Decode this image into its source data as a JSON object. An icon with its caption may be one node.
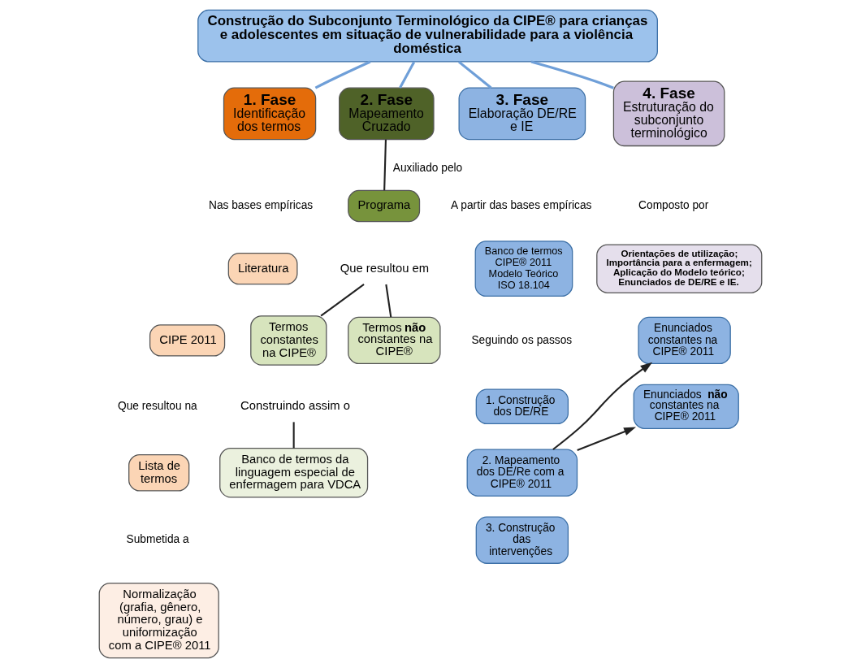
{
  "diagram": {
    "nodes": [
      {
        "text": [
          "Construção do Subconjunto Terminológico da CIPE® para crianças e adolescentes em situação de vulnerabilidade para a violência doméstica"
        ]
      },
      {
        "text": [
          "1. Fase",
          "Identificação dos termos"
        ]
      },
      {
        "text": [
          "2. Fase",
          "Mapeamento Cruzado"
        ]
      },
      {
        "text": [
          "3. Fase",
          "Elaboração DE/RE e IE"
        ]
      },
      {
        "text": [
          "4. Fase",
          "Estruturação do subconjunto terminológico"
        ]
      },
      {
        "text": [
          "Literatura"
        ]
      },
      {
        "text": [
          "CIPE 2011"
        ]
      },
      {
        "text": [
          "Lista de termos"
        ]
      },
      {
        "text": [
          "Normalização (grafia, gênero, número, grau) e uniformização com a CIPE® 2011"
        ]
      },
      {
        "text": [
          "Programa"
        ]
      },
      {
        "text": [
          "Que resultou em"
        ]
      },
      {
        "text": [
          "Termos constantes na CIPE®"
        ]
      },
      {
        "text": [
          "Termos **não** constantes na CIPE®"
        ]
      },
      {
        "text": [
          "Construindo assim o"
        ]
      },
      {
        "text": [
          "Banco de termos da linguagem especial de enfermagem para VDCA"
        ]
      },
      {
        "text": [
          "Banco de termos CIPE® 2011 Modelo Teórico ISO 18.104"
        ]
      },
      {
        "text": [
          "1. Construção dos DE/RE"
        ]
      },
      {
        "text": [
          "2. Mapeamento dos DE/Re com a CIPE® 2011"
        ]
      },
      {
        "text": [
          "Enunciados constantes na CIPE® 2011"
        ]
      },
      {
        "text": [
          "Enunciados **não** constantes na CIPE® 2011"
        ]
      },
      {
        "text": [
          "3. Construção das intervenções"
        ]
      },
      {
        "text": [
          "Orientações de utilização; Importância para a enfermagem; Aplicação do Modelo teórico; Enunciados de DE/RE e IE."
        ]
      }
    ],
    "edges": [
      {
        "from": 0,
        "to": 1,
        "arrow": "none",
        "color": "#6f9fd8"
      },
      {
        "from": 0,
        "to": 2,
        "arrow": "none",
        "color": "#6f9fd8"
      },
      {
        "from": 0,
        "to": 3,
        "arrow": "none",
        "color": "#6f9fd8"
      },
      {
        "from": 0,
        "to": 4,
        "arrow": "none",
        "color": "#6f9fd8"
      },
      {
        "from": 2,
        "to": 9,
        "arrow": "none",
        "label": "Auxiliado pelo"
      },
      {
        "from": 10,
        "to": 11,
        "arrow": "none"
      },
      {
        "from": 10,
        "to": 12,
        "arrow": "none"
      },
      {
        "from": 13,
        "to": 14,
        "arrow": "none"
      },
      {
        "from": 17,
        "to": 18,
        "arrow": "to"
      },
      {
        "from": 17,
        "to": 19,
        "arrow": "to"
      }
    ],
    "labels": [
      "Nas bases empíricas",
      "Que resultou na",
      "Submetida a",
      "A partir das bases empíricas",
      "Seguindo os passos",
      "Composto por"
    ]
  }
}
